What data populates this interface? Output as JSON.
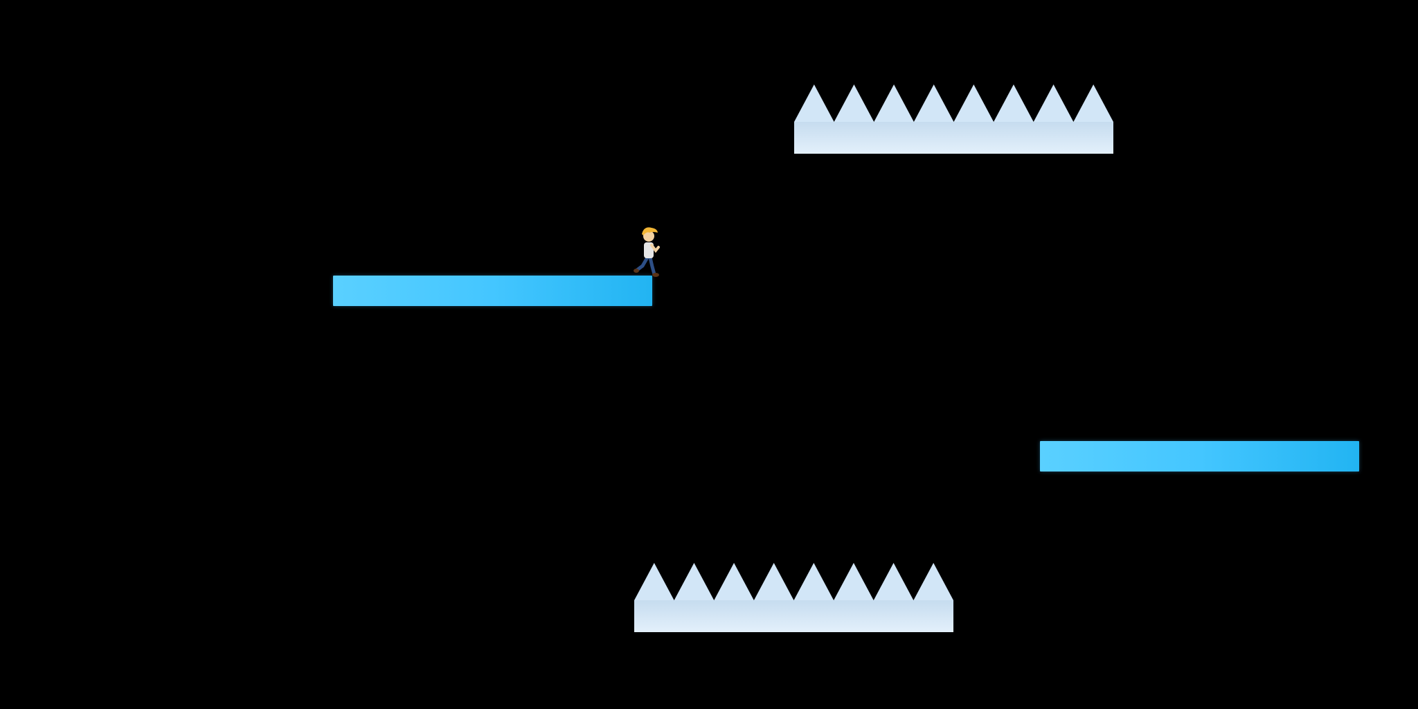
{
  "colors": {
    "background": "#000000",
    "platform_light": "#5ad0ff",
    "platform_mid": "#44c6ff",
    "platform_dark": "#22b4f2",
    "spike_base_light": "#e3f0fb",
    "spike_base_dark": "#c6dcef",
    "spike_tooth": "#d2e6f7",
    "player_hair": "#f2b636",
    "player_skin": "#f3d1a0",
    "player_shirt": "#e6e6e6",
    "player_pants": "#2d4f86",
    "player_shoes": "#5a3418"
  },
  "scene": {
    "platforms": [
      {
        "id": "platform-left",
        "type": "ice-platform"
      },
      {
        "id": "platform-right",
        "type": "ice-platform"
      }
    ],
    "hazards": [
      {
        "id": "spikes-top",
        "type": "spike-block",
        "spike_count": 8,
        "orientation": "up"
      },
      {
        "id": "spikes-bottom",
        "type": "spike-block",
        "spike_count": 8,
        "orientation": "up"
      }
    ],
    "player": {
      "name": "player-character",
      "pose": "running",
      "facing": "right"
    }
  }
}
